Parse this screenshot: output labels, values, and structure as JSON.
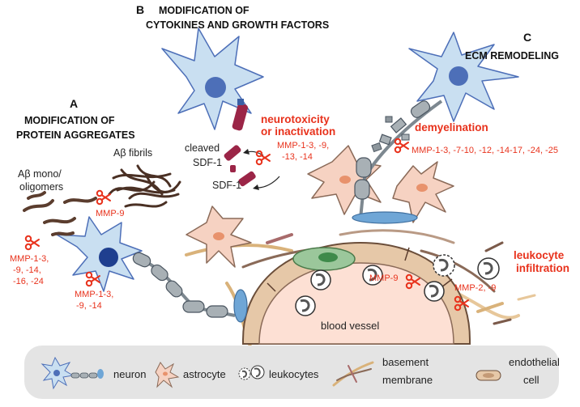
{
  "sections": {
    "A": {
      "letter": "A",
      "title_line1": "MODIFICATION OF",
      "title_line2": "PROTEIN AGGREGATES"
    },
    "B": {
      "letter": "B",
      "title_line1": "MODIFICATION OF",
      "title_line2": "CYTOKINES AND GROWTH FACTORS"
    },
    "C": {
      "letter": "C",
      "title_line1": "ECM REMODELING"
    }
  },
  "labels": {
    "ab_mono_1": "Aβ mono/",
    "ab_mono_2": "oligomers",
    "ab_fibrils": "Aβ fibrils",
    "mmp9_fibrils": "MMP-9",
    "mmp_mono_1": "MMP-1-3,",
    "mmp_mono_2": "-9, -14,",
    "mmp_mono_3": "-16, -24",
    "mmp_neuron_1": "MMP-1-3,",
    "mmp_neuron_2": "-9, -14",
    "cleaved": "cleaved",
    "sdf1_cleaved": "SDF-1",
    "sdf1": "SDF-1",
    "neurotox_1": "neurotoxicity",
    "neurotox_2": "or inactivation",
    "mmp_b_1": "MMP-1-3, -9,",
    "mmp_b_2": "-13, -14",
    "demyelination": "demyelination",
    "mmp_c": "MMP-1-3, -7-10, -12, -14-17, -24, -25",
    "leuko_inf_1": "leukocyte",
    "leuko_inf_2": "infiltration",
    "mmp9_vessel": "MMP-9",
    "mmp29": "MMP-2, -9",
    "blood_vessel": "blood vessel"
  },
  "legend": {
    "neuron": "neuron",
    "astrocyte": "astrocyte",
    "leukocytes": "leukocytes",
    "basement_1": "basement",
    "basement_2": "membrane",
    "endo_1": "endothelial",
    "endo_2": "cell"
  },
  "colors": {
    "mmp_red": "#e8321c",
    "neuron_blue": "#c9dff1",
    "nucleus_blue": "#4d6fb8",
    "astrocyte_pink": "#f6d2c2",
    "astro_nucleus": "#e8926c",
    "myelin_grey": "#a8b0b5",
    "vessel_pink": "#fde0d4",
    "endothelial_tan": "#e6c8a8",
    "fibril_brown": "#5b3d2e",
    "sdf_maroon": "#9b2547",
    "legend_bg": "#e4e4e4"
  }
}
